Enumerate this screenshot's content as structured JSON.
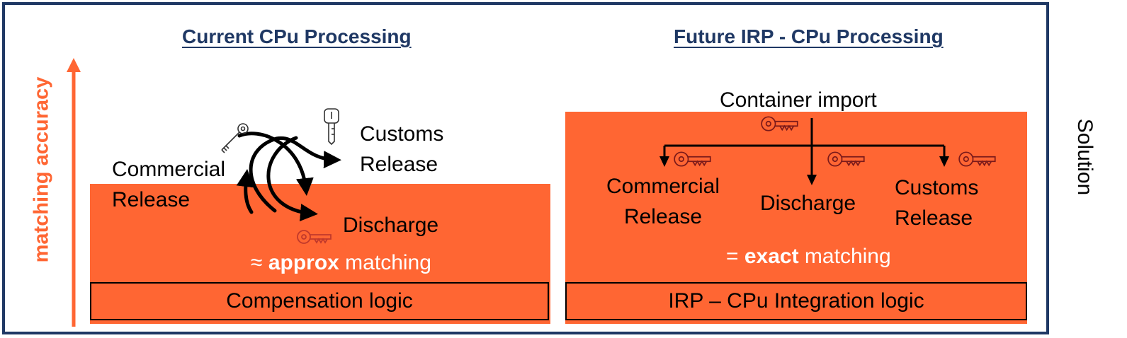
{
  "left": {
    "title": "Current CPu Processing",
    "labels": {
      "commercial_line1": "Commercial",
      "commercial_line2": "Release",
      "customs_line1": "Customs",
      "customs_line2": "Release",
      "discharge": "Discharge"
    },
    "matching": {
      "prefix": "≈ ",
      "bold": "approx",
      "suffix": " matching"
    },
    "logic": "Compensation logic"
  },
  "right": {
    "title": "Future IRP - CPu Processing",
    "top_label": "Container import",
    "labels": {
      "commercial_line1": "Commercial",
      "commercial_line2": "Release",
      "discharge": "Discharge",
      "customs_line1": "Customs",
      "customs_line2": "Release"
    },
    "matching": {
      "prefix": "= ",
      "bold": "exact",
      "suffix": " matching"
    },
    "logic": "IRP – CPu Integration logic"
  },
  "axis_label": "matching accuracy",
  "side_label": "Solution",
  "colors": {
    "accent": "#ff6633",
    "frame": "#1f3864",
    "title": "#1f3864"
  },
  "icons": [
    "key-icon",
    "skeleton-key-icon",
    "car-key-icon"
  ]
}
